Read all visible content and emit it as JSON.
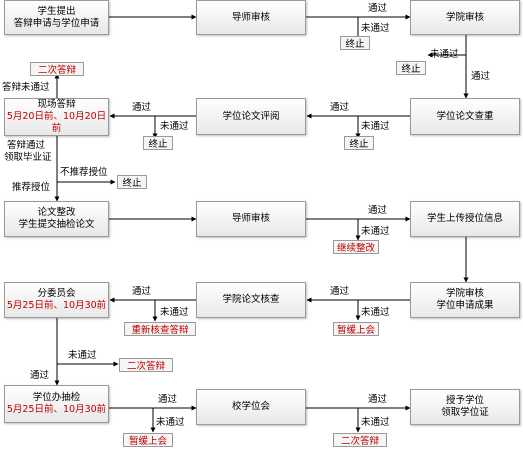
{
  "boxes": {
    "b1": [
      "学生提出",
      "答辩申请与学位申请"
    ],
    "b2": [
      "导师审核"
    ],
    "b3": [
      "学院审核"
    ],
    "b4": [
      "学位论文查重"
    ],
    "b5": [
      "学位论文评阅"
    ],
    "b6_line1": "现场答辩",
    "b6_line2": "5月20日前、10月20日前",
    "b7": [
      "论文整改",
      "学生提交抽检论文"
    ],
    "b8": [
      "导师审核"
    ],
    "b9": [
      "学生上传授位信息"
    ],
    "b10": [
      "学院审核",
      "学位申请成果"
    ],
    "b11": [
      "学院论文核查"
    ],
    "b12_line1": "分委员会",
    "b12_line2": "5月25日前、10月30前",
    "b13_line1": "学位办抽检",
    "b13_line2": "5月25日前、10月30前",
    "b14": [
      "校学位会"
    ],
    "b15": [
      "授予学位",
      "领取学位证"
    ]
  },
  "tags": {
    "t1": "终止",
    "t2": "终止",
    "t3": "终止",
    "t4": "终止",
    "t5": "终止",
    "t6": "二次答辩",
    "t7": "继续整改",
    "t8": "暂缓上会",
    "t9": "重新核查答辩",
    "t10": "二次答辩",
    "t11": "暂缓上会",
    "t12": "二次答辩"
  },
  "labels": {
    "pass": "通过",
    "fail": "未通过",
    "defense_fail": "答辩未通过",
    "defense_pass_1": "答辩通过",
    "defense_pass_2": "领取毕业证",
    "recommend": "推荐授位",
    "not_recommend": "不推荐授位"
  },
  "colors": {
    "line": "#000000",
    "highlight": "#c00000",
    "box_border": "#9a9a9a"
  }
}
